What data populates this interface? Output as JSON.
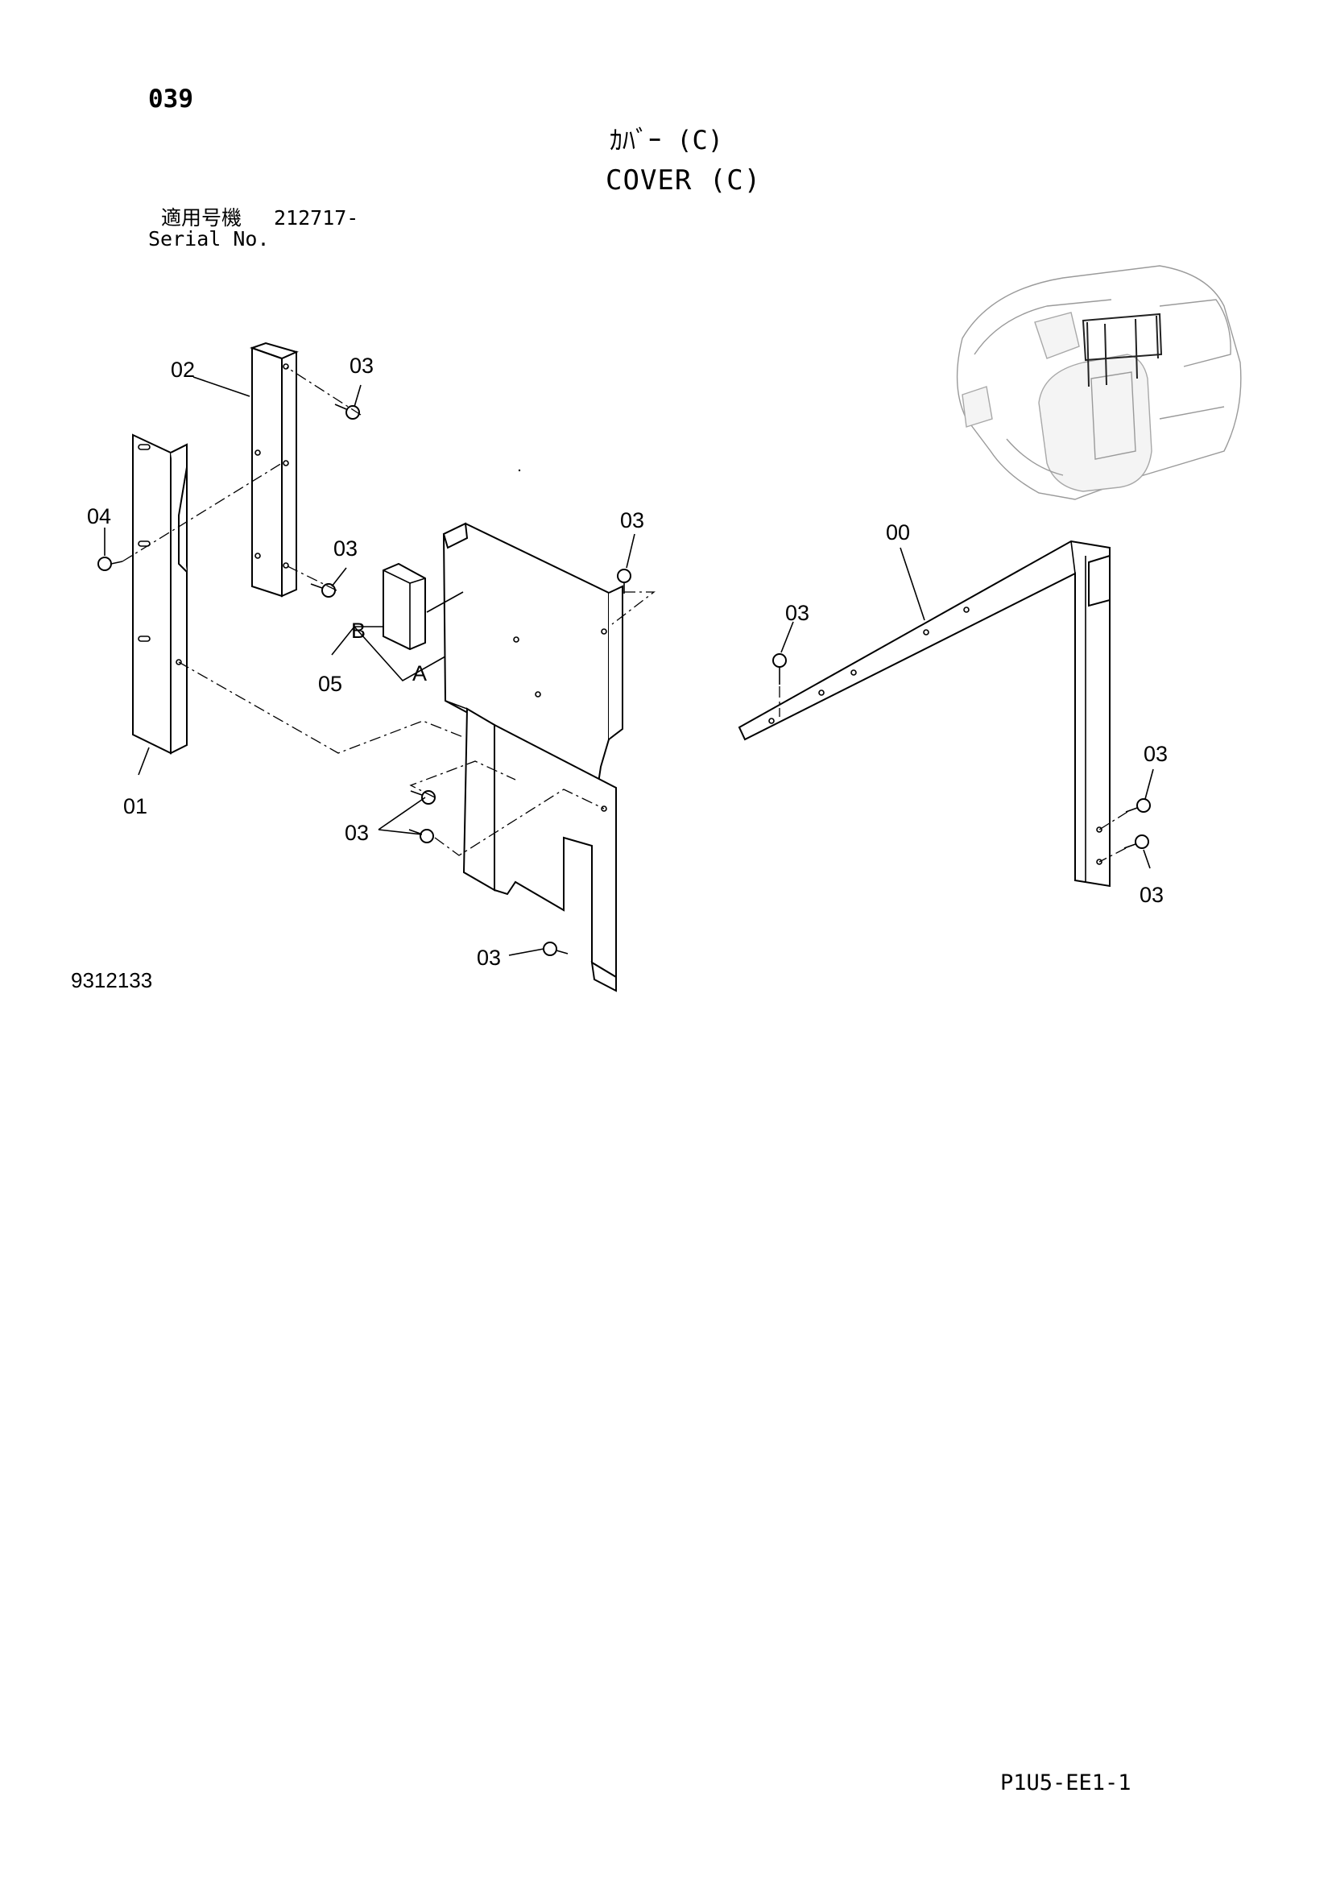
{
  "page": {
    "number": "039",
    "title_jp": "ｶﾊﾞｰ (C)",
    "title_en": "COVER (C)",
    "serial_label_jp": "適用号機",
    "serial_value": "212717-",
    "serial_label_en": "Serial No.",
    "drawing_number": "9312133",
    "document_code": "P1U5-EE1-1"
  },
  "callouts": {
    "c00": "00",
    "c01": "01",
    "c02": "02",
    "c03_a": "03",
    "c03_b": "03",
    "c03_c": "03",
    "c03_d": "03",
    "c03_e": "03",
    "c03_f": "03",
    "c03_g": "03",
    "c03_h": "03",
    "c04": "04",
    "c05": "05",
    "ref_a": "A",
    "ref_b": "B"
  }
}
